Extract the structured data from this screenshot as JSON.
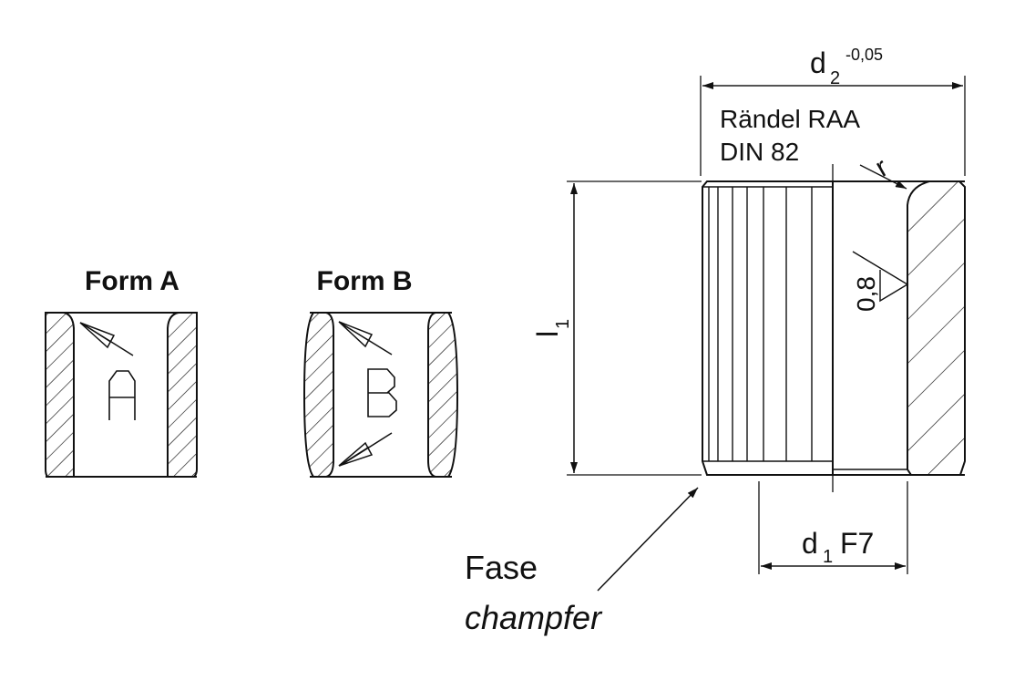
{
  "form_a": {
    "title": "Form A",
    "letter": "A"
  },
  "form_b": {
    "title": "Form B",
    "letter": "B"
  },
  "main": {
    "d2_label": "d",
    "d2_sub": "2",
    "d2_tol": "-0,05",
    "knurl_line1": "Rändel RAA",
    "knurl_line2": "DIN 82",
    "radius_label": "r",
    "roughness": "0,8",
    "l1_label": "l",
    "l1_sub": "1",
    "d1_label": "d",
    "d1_sub": "1",
    "d1_tol": "F7",
    "chamfer_de": "Fase",
    "chamfer_en": "champfer"
  }
}
